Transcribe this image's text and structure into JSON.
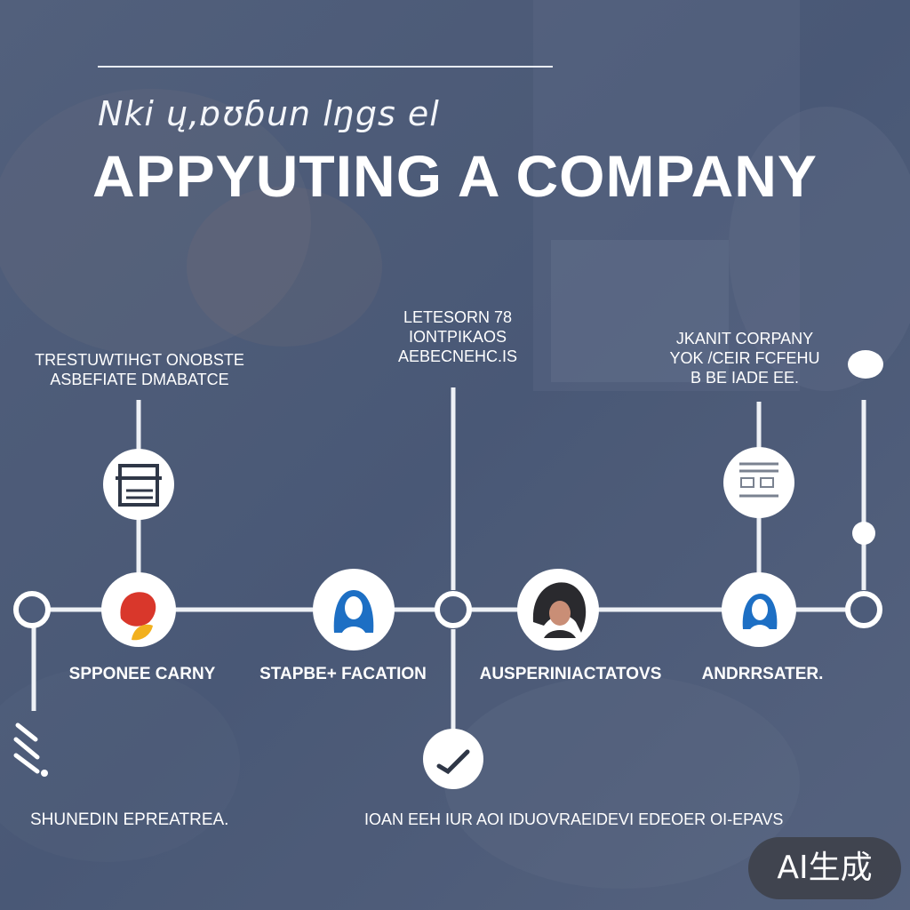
{
  "header": {
    "subtitle": "Nki ų,ɒʊɓun lŋgs el",
    "title": "APPYUTING A COMPANY"
  },
  "top_labels": [
    {
      "lines": [
        "TRESTUWTIHGT ONOBSTE",
        "ASBEFIATE  DMABATCE"
      ]
    },
    {
      "lines": [
        "LETESORN 78",
        "IONTPIKAOS",
        "AEBECNEHC.IS"
      ]
    },
    {
      "lines": [
        "JKANIT CORPANY",
        "YOK /CEIR FCFEHU",
        "B BE IADE EE."
      ]
    }
  ],
  "node_labels": [
    "SPPONEE CARNY",
    "STAPBE+ FACATION",
    "AUSPERINIACTATOVS",
    "ANDRRSATER."
  ],
  "bottom_labels": [
    "SHUNEDIN EPREATREA.",
    "IOAN EEH  IUR AOI IDUOVRAEIDEVI  EDEOER OI-EPAVS"
  ],
  "badge": {
    "text": "AI生成"
  },
  "colors": {
    "background": "#4d5c7a",
    "line": "#eef1f6",
    "accent_red": "#d9372b",
    "accent_yellow": "#f2b01e",
    "accent_blue": "#1d6fc4",
    "dark_hair": "#2a2a2e"
  },
  "icons": [
    "printer-icon",
    "people-icon",
    "person-icon",
    "chart-icon",
    "check-icon",
    "wave-icon"
  ]
}
